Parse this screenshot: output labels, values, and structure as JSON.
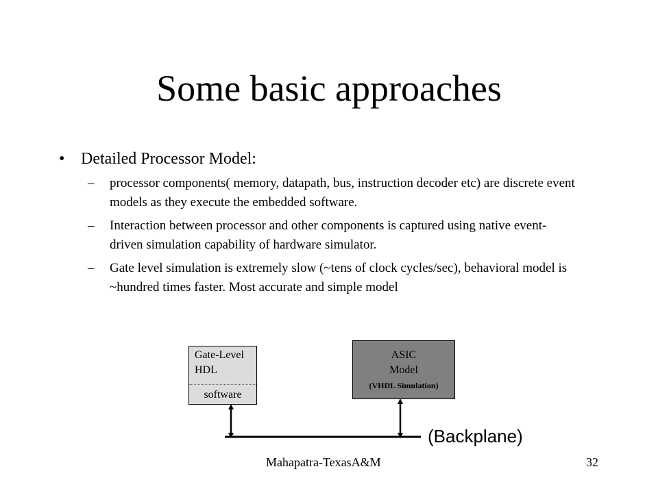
{
  "title": "Some basic approaches",
  "bullet": {
    "marker": "•",
    "text": "Detailed Processor Model:"
  },
  "subitems": [
    {
      "marker": "–",
      "text": "processor components( memory, datapath, bus, instruction decoder etc) are discrete event models as they execute the embedded software."
    },
    {
      "marker": "–",
      "text": "Interaction between processor and other components is captured using native event-driven simulation capability of hardware simulator."
    },
    {
      "marker": "–",
      "text": "Gate level simulation is extremely slow (~tens of clock cycles/sec), behavioral model is ~hundred times faster. Most accurate and simple model"
    }
  ],
  "diagram": {
    "gate_box": {
      "line1": "Gate-Level",
      "line2": "HDL",
      "bottom": "software"
    },
    "asic_box": {
      "line1": "ASIC",
      "line2": "Model",
      "line3": "(VHDL Simulation)"
    },
    "backplane_label": "(Backplane)"
  },
  "footer": {
    "text": "Mahapatra-TexasA&M",
    "page": "32"
  }
}
